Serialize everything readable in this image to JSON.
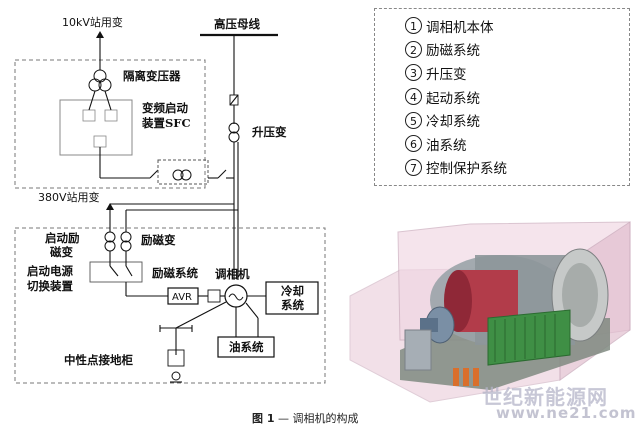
{
  "labels": {
    "station_10kv": "10kV站用变",
    "hv_bus": "高压母线",
    "isolation_transformer": "隔离变压器",
    "sfc_line1": "变频启动",
    "sfc_line2": "装置SFC",
    "step_up_transformer": "升压变",
    "station_380v": "380V站用变",
    "start_excitation_line1": "启动励",
    "start_excitation_line2": "磁变",
    "excitation_transformer": "励磁变",
    "power_switch_line1": "启动电源",
    "power_switch_line2": "切换装置",
    "excitation_system": "励磁系统",
    "condenser": "调相机",
    "avr": "AVR",
    "cooling_line1": "冷却",
    "cooling_line2": "系统",
    "oil_system": "油系统",
    "neutral_grounding": "中性点接地柜"
  },
  "legend": [
    {
      "num": "1",
      "text": "调相机本体"
    },
    {
      "num": "2",
      "text": "励磁系统"
    },
    {
      "num": "3",
      "text": "升压变"
    },
    {
      "num": "4",
      "text": "起动系统"
    },
    {
      "num": "5",
      "text": "冷却系统"
    },
    {
      "num": "6",
      "text": "油系统"
    },
    {
      "num": "7",
      "text": "控制保护系统"
    }
  ],
  "caption": {
    "fig": "图 1",
    "text": "调相机的构成"
  },
  "watermark": {
    "cn": "世纪新能源网",
    "url": "www.ne21.com"
  }
}
